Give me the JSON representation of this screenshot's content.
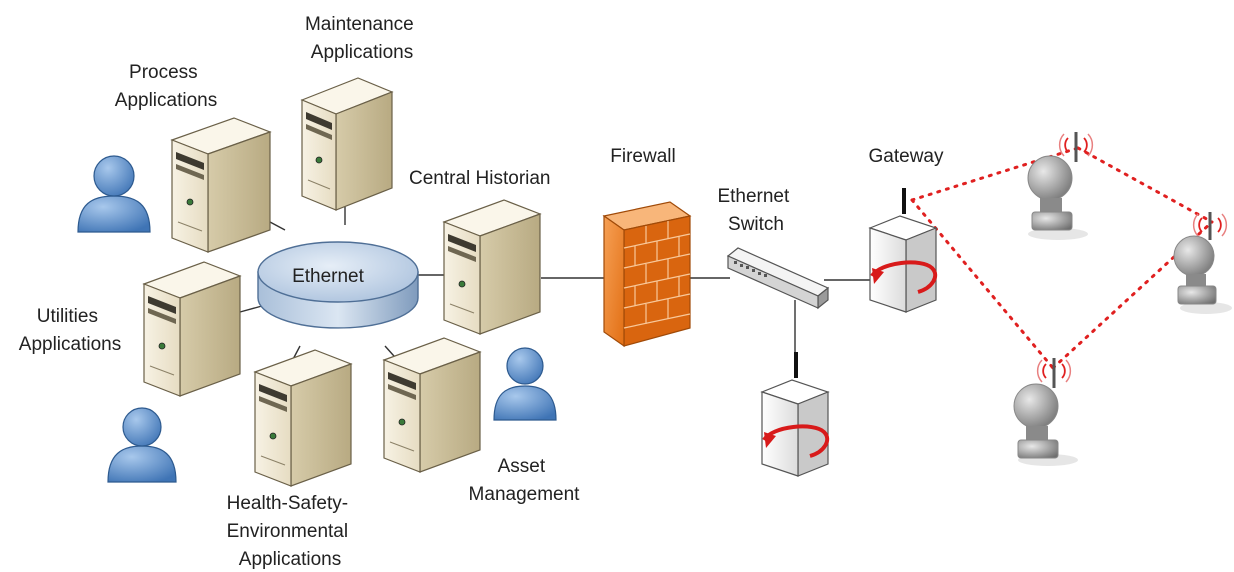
{
  "labels": {
    "process_applications": [
      "Process",
      "Applications"
    ],
    "maintenance_applications": [
      "Maintenance",
      "Applications"
    ],
    "central_historian": "Central Historian",
    "utilities_applications": [
      "Utilities",
      "Applications"
    ],
    "hse_applications": [
      "Health-Safety-",
      "Environmental",
      "Applications"
    ],
    "asset_management": [
      "Asset",
      "Management"
    ],
    "ethernet": "Ethernet",
    "firewall": "Firewall",
    "ethernet_switch": [
      "Ethernet",
      "Switch"
    ],
    "gateway": "Gateway"
  },
  "colors": {
    "server_body": "#f1ead9",
    "server_side": "#c9bd9a",
    "server_top": "#faf6ea",
    "ethernet_top": "#c7d6e8",
    "ethernet_side": "#8fa9c8",
    "firewall": "#f0852e",
    "user": "#5b8fc9",
    "wireless_link": "#e02020",
    "rotation_arrow": "#d81a1a"
  },
  "icons": [
    "server-icon",
    "user-icon",
    "firewall-icon",
    "switch-icon",
    "gateway-icon",
    "wireless-transmitter-icon"
  ]
}
